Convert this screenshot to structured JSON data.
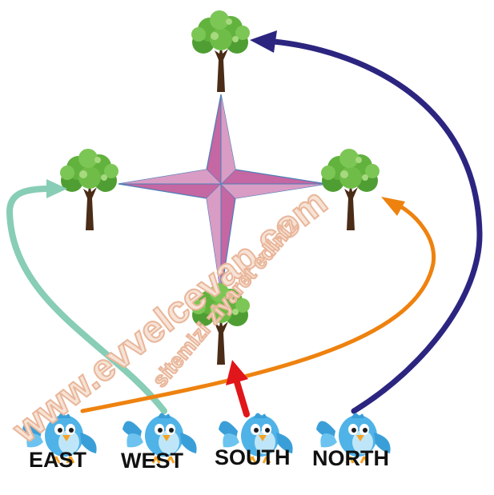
{
  "labels": {
    "east": "EAST",
    "west": "WEST",
    "south": "SOUTH",
    "north": "NORTH"
  },
  "watermark": {
    "main": "www.evvelcevap.com",
    "secondary": "sitemizi ziyaret ediniz"
  },
  "colors": {
    "east_arrow": "#88cdb6",
    "south_arrow": "#e0161a",
    "west_arrow": "#ee820f",
    "north_arrow": "#2c2580",
    "compass_fill": "#c467a2",
    "compass_light": "#d99cc4",
    "compass_stroke": "#4c7fb8",
    "tree_leaf": "#5aa83a",
    "tree_trunk": "#4a2c17",
    "bird_body": "#4fb3e8"
  },
  "icons": {
    "compass": "compass-rose-icon",
    "tree": "tree-icon",
    "bird": "bluebird-icon"
  }
}
